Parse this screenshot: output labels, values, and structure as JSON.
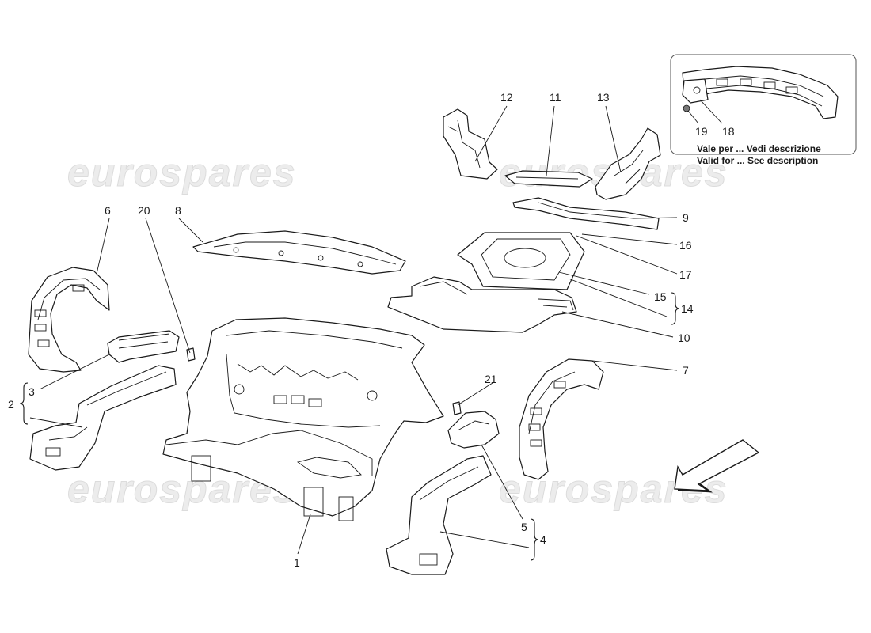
{
  "watermark": {
    "text": "eurospares"
  },
  "callouts": [
    {
      "id": "1",
      "label": "1"
    },
    {
      "id": "2",
      "label": "2"
    },
    {
      "id": "3",
      "label": "3"
    },
    {
      "id": "4",
      "label": "4"
    },
    {
      "id": "5",
      "label": "5"
    },
    {
      "id": "6",
      "label": "6"
    },
    {
      "id": "7",
      "label": "7"
    },
    {
      "id": "8",
      "label": "8"
    },
    {
      "id": "9",
      "label": "9"
    },
    {
      "id": "10",
      "label": "10"
    },
    {
      "id": "11",
      "label": "11"
    },
    {
      "id": "12",
      "label": "12"
    },
    {
      "id": "13",
      "label": "13"
    },
    {
      "id": "14",
      "label": "14"
    },
    {
      "id": "15",
      "label": "15"
    },
    {
      "id": "16",
      "label": "16"
    },
    {
      "id": "17",
      "label": "17"
    },
    {
      "id": "18",
      "label": "18"
    },
    {
      "id": "19",
      "label": "19"
    },
    {
      "id": "20",
      "label": "20"
    },
    {
      "id": "21",
      "label": "21"
    }
  ],
  "inset": {
    "note_it": "Vale per ... Vedi descrizione",
    "note_en": "Valid for ... See description"
  },
  "colors": {
    "line": "#1a1a1a",
    "watermark": "#ececec",
    "background": "#ffffff"
  },
  "icons": {
    "direction_arrow": "front-direction-arrow-icon"
  }
}
